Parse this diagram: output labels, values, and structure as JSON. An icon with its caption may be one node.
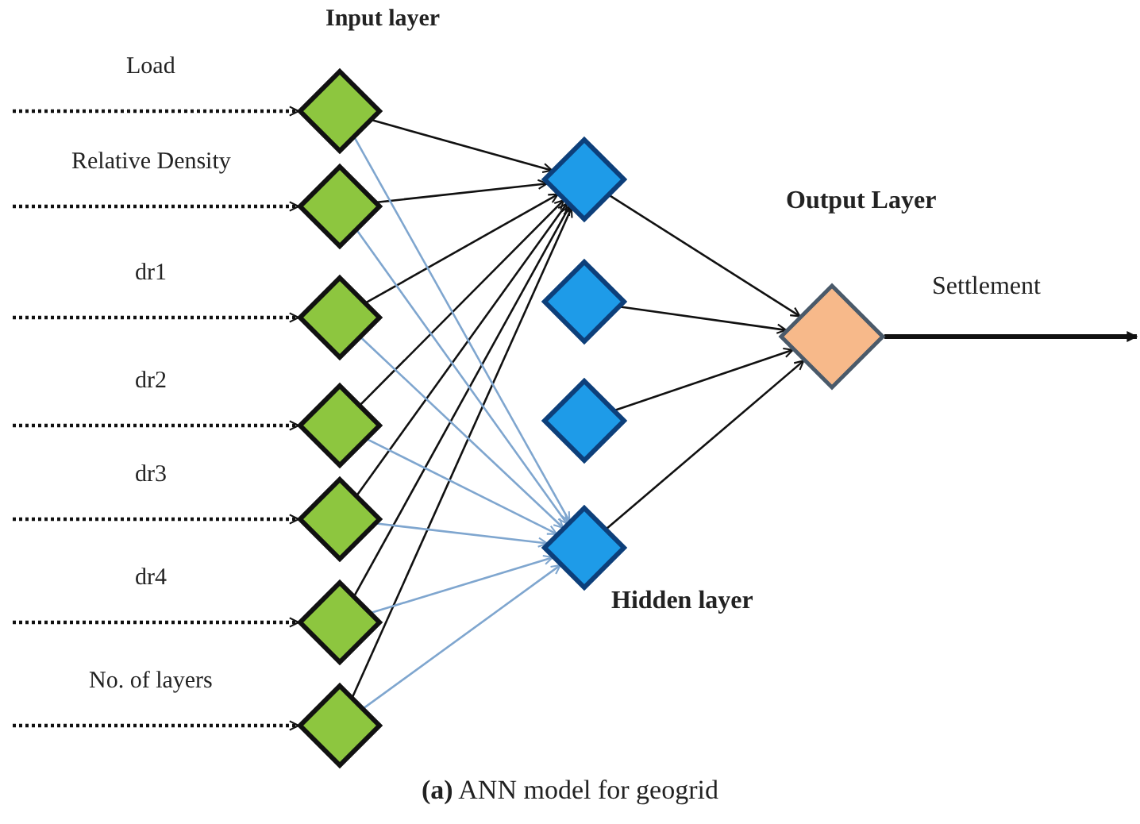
{
  "diagram": {
    "caption": "**(a)** ANN model for geogrid",
    "nodes": [
      {
        "text": [],
        "shape": "diamond"
      },
      {
        "text": [],
        "shape": "diamond"
      },
      {
        "text": [],
        "shape": "diamond"
      },
      {
        "text": [],
        "shape": "diamond"
      },
      {
        "text": [],
        "shape": "diamond"
      },
      {
        "text": [],
        "shape": "diamond"
      },
      {
        "text": [],
        "shape": "diamond"
      },
      {
        "text": [],
        "shape": "diamond"
      },
      {
        "text": [],
        "shape": "diamond"
      },
      {
        "text": [],
        "shape": "diamond"
      },
      {
        "text": [],
        "shape": "diamond"
      },
      {
        "text": [],
        "shape": "diamond"
      }
    ],
    "edges": [
      {
        "from": null,
        "to": 0,
        "arrow": "to",
        "label": "Load",
        "style": "dashed"
      },
      {
        "from": null,
        "to": 1,
        "arrow": "to",
        "label": "Relative Density",
        "style": "dashed"
      },
      {
        "from": null,
        "to": 2,
        "arrow": "to",
        "label": "dr1",
        "style": "dashed"
      },
      {
        "from": null,
        "to": 3,
        "arrow": "to",
        "label": "dr2",
        "style": "dashed"
      },
      {
        "from": null,
        "to": 4,
        "arrow": "to",
        "label": "dr3",
        "style": "dashed"
      },
      {
        "from": null,
        "to": 5,
        "arrow": "to",
        "label": "dr4",
        "style": "dashed"
      },
      {
        "from": null,
        "to": 6,
        "arrow": "to",
        "label": "No. of layers",
        "style": "dashed"
      },
      {
        "from": 0,
        "to": 7,
        "arrow": "to"
      },
      {
        "from": 1,
        "to": 7,
        "arrow": "to"
      },
      {
        "from": 2,
        "to": 7,
        "arrow": "to"
      },
      {
        "from": 3,
        "to": 7,
        "arrow": "to"
      },
      {
        "from": 4,
        "to": 7,
        "arrow": "to"
      },
      {
        "from": 5,
        "to": 7,
        "arrow": "to"
      },
      {
        "from": 6,
        "to": 7,
        "arrow": "to"
      },
      {
        "from": 0,
        "to": 10,
        "arrow": "to",
        "color": "#7fa6cf"
      },
      {
        "from": 1,
        "to": 10,
        "arrow": "to",
        "color": "#7fa6cf"
      },
      {
        "from": 2,
        "to": 10,
        "arrow": "to",
        "color": "#7fa6cf"
      },
      {
        "from": 3,
        "to": 10,
        "arrow": "to",
        "color": "#7fa6cf"
      },
      {
        "from": 4,
        "to": 10,
        "arrow": "to",
        "color": "#7fa6cf"
      },
      {
        "from": 5,
        "to": 10,
        "arrow": "to",
        "color": "#7fa6cf"
      },
      {
        "from": 6,
        "to": 10,
        "arrow": "to",
        "color": "#7fa6cf"
      },
      {
        "from": 7,
        "to": 11,
        "arrow": "to"
      },
      {
        "from": 8,
        "to": 11,
        "arrow": "to"
      },
      {
        "from": 9,
        "to": 11,
        "arrow": "to"
      },
      {
        "from": 10,
        "to": 11,
        "arrow": "to"
      },
      {
        "from": 11,
        "to": null,
        "arrow": "to",
        "label": "Settlement",
        "style": "thick"
      }
    ],
    "labels": [
      "Input layer",
      "Output Layer",
      "Hidden layer"
    ]
  }
}
